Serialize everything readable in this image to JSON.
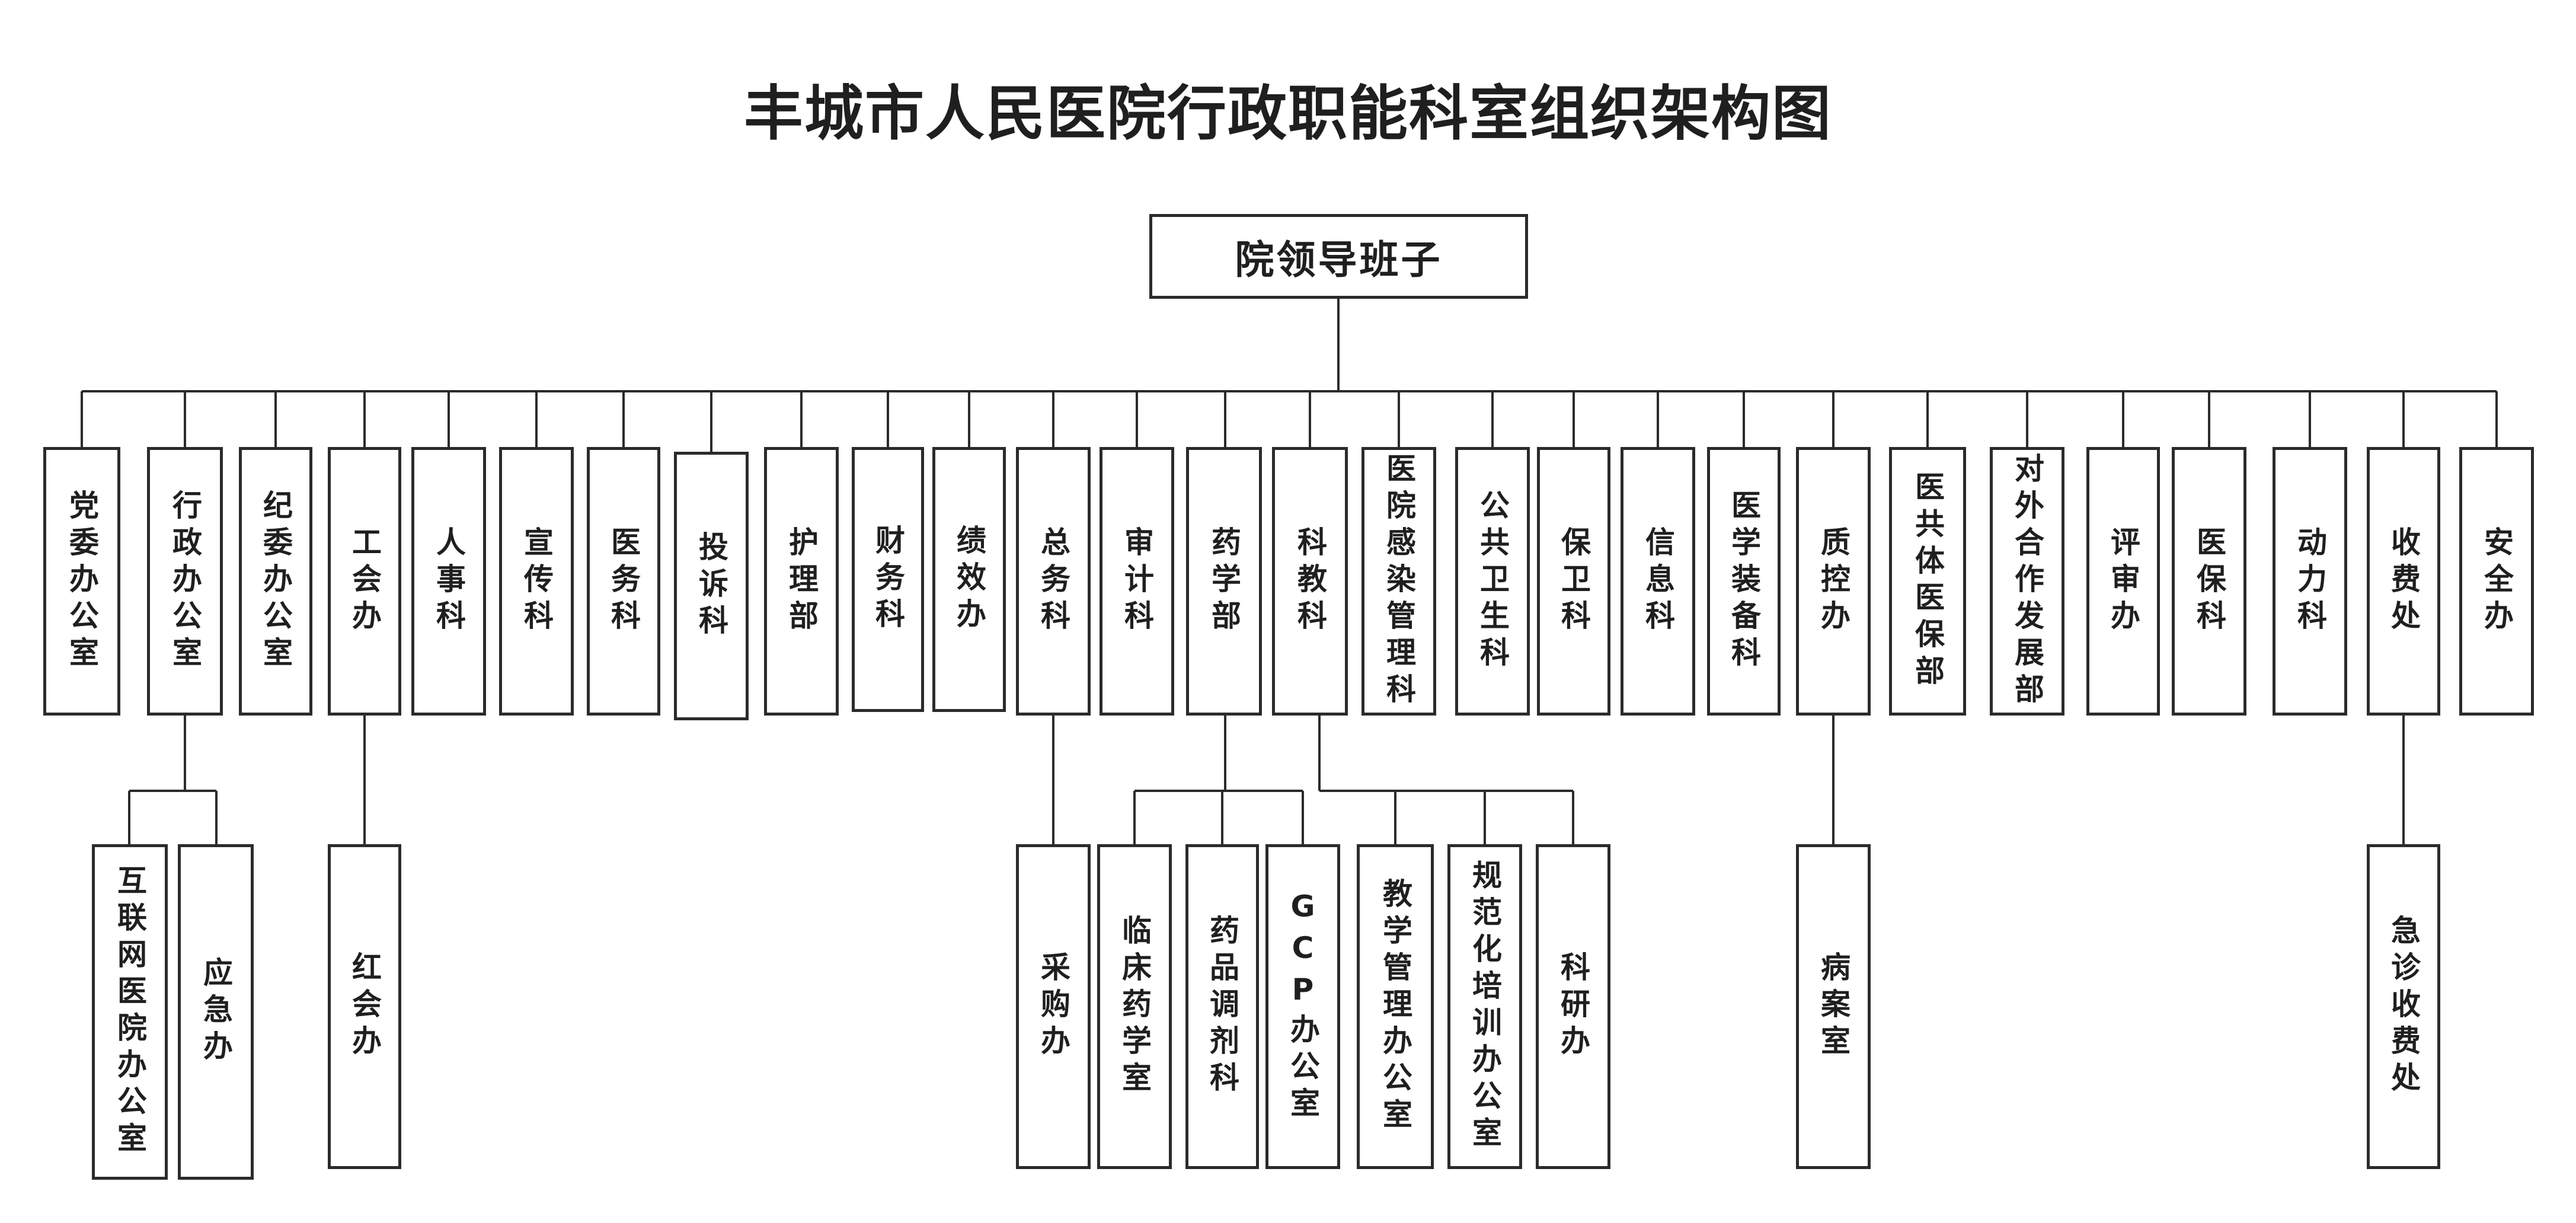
{
  "title": "丰城市人民医院行政职能科室组织架构图",
  "root": "院领导班子",
  "departments": [
    {
      "id": "d1",
      "label": "党委办公室"
    },
    {
      "id": "d2",
      "label": "行政办公室"
    },
    {
      "id": "d3",
      "label": "纪委办公室"
    },
    {
      "id": "d4",
      "label": "工会办"
    },
    {
      "id": "d5",
      "label": "人事科"
    },
    {
      "id": "d6",
      "label": "宣传科"
    },
    {
      "id": "d7",
      "label": "医务科"
    },
    {
      "id": "d8",
      "label": "投诉科"
    },
    {
      "id": "d9",
      "label": "护理部"
    },
    {
      "id": "d10",
      "label": "财务科"
    },
    {
      "id": "d11",
      "label": "绩效办"
    },
    {
      "id": "d12",
      "label": "总务科"
    },
    {
      "id": "d13",
      "label": "审计科"
    },
    {
      "id": "d14",
      "label": "药学部"
    },
    {
      "id": "d15",
      "label": "科教科"
    },
    {
      "id": "d16",
      "label": "医院感染管理科"
    },
    {
      "id": "d17",
      "label": "公共卫生科"
    },
    {
      "id": "d18",
      "label": "保卫科"
    },
    {
      "id": "d19",
      "label": "信息科"
    },
    {
      "id": "d20",
      "label": "医学装备科"
    },
    {
      "id": "d21",
      "label": "质控办"
    },
    {
      "id": "d22",
      "label": "医共体医保部"
    },
    {
      "id": "d23",
      "label": "对外合作发展部"
    },
    {
      "id": "d24",
      "label": "评审办"
    },
    {
      "id": "d25",
      "label": "医保科"
    },
    {
      "id": "d26",
      "label": "动力科"
    },
    {
      "id": "d27",
      "label": "收费处"
    },
    {
      "id": "d28",
      "label": "安全办"
    }
  ],
  "subunits": [
    {
      "id": "s1",
      "parent": "d2",
      "label": "互联网医院办公室"
    },
    {
      "id": "s2",
      "parent": "d2",
      "label": "应急办"
    },
    {
      "id": "s3",
      "parent": "d4",
      "label": "红会办"
    },
    {
      "id": "s4",
      "parent": "d12",
      "label": "采购办"
    },
    {
      "id": "s5",
      "parent": "d14",
      "label": "临床药学室"
    },
    {
      "id": "s6",
      "parent": "d14",
      "label": "药品调剂科"
    },
    {
      "id": "s7",
      "parent": "d14",
      "label": "GCP办公室"
    },
    {
      "id": "s8",
      "parent": "d15",
      "label": "教学管理办公室"
    },
    {
      "id": "s9",
      "parent": "d15",
      "label": "规范化培训办公室"
    },
    {
      "id": "s10",
      "parent": "d15",
      "label": "科研办"
    },
    {
      "id": "s11",
      "parent": "d21",
      "label": "病案室"
    },
    {
      "id": "s12",
      "parent": "d27",
      "label": "急诊收费处"
    }
  ]
}
